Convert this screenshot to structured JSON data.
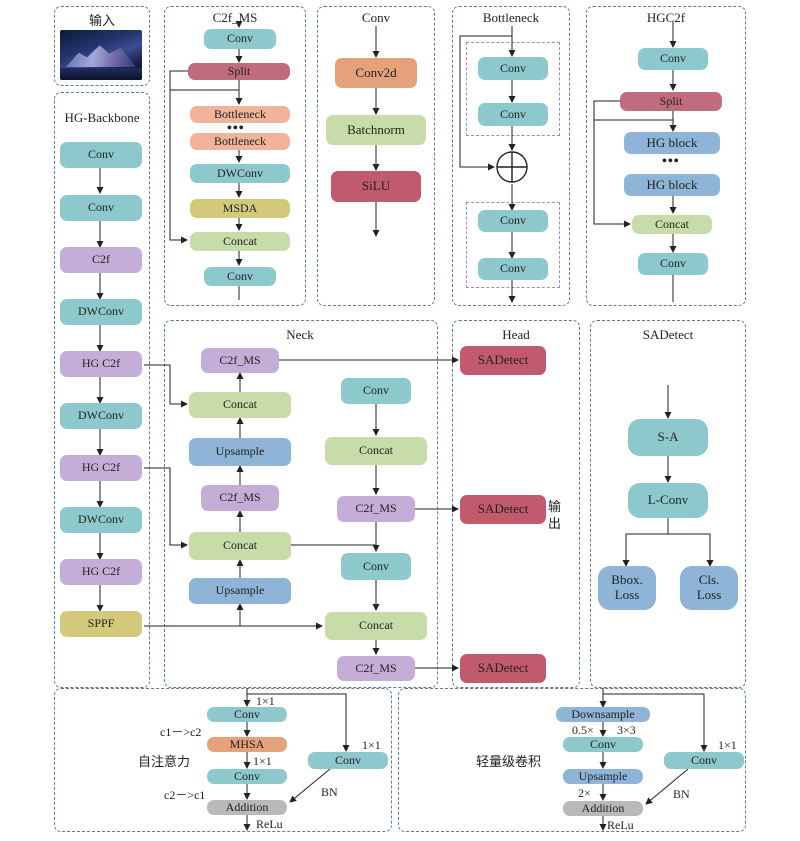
{
  "input_panel": {
    "title": "输入"
  },
  "backbone": {
    "title": "HG-Backbone",
    "blocks": [
      "Conv",
      "Conv",
      "C2f",
      "DWConv",
      "HG C2f",
      "DWConv",
      "HG C2f",
      "DWConv",
      "HG C2f",
      "SPPF"
    ]
  },
  "c2f_ms": {
    "title": "C2f_MS",
    "blocks": [
      "Conv",
      "Split",
      "Bottleneck",
      "Bottleneck",
      "DWConv",
      "MSDA",
      "Concat",
      "Conv"
    ],
    "dots": "•••"
  },
  "conv_panel": {
    "title": "Conv",
    "blocks": [
      "Conv2d",
      "Batchnorm",
      "SiLU"
    ]
  },
  "bottleneck": {
    "title": "Bottleneck",
    "blocks": [
      "Conv",
      "Conv",
      "Conv",
      "Conv"
    ],
    "add_symbol": "⊕"
  },
  "hgc2f": {
    "title": "HGC2f",
    "blocks": [
      "Conv",
      "Split",
      "HG block",
      "HG block",
      "Concat",
      "Conv"
    ],
    "dots": "•••"
  },
  "neck": {
    "title": "Neck",
    "left_blocks": [
      "C2f_MS",
      "Concat",
      "Upsample",
      "C2f_MS",
      "Concat",
      "Upsample"
    ],
    "right_blocks": [
      "Conv",
      "Concat",
      "C2f_MS",
      "Conv",
      "Concat",
      "C2f_MS"
    ]
  },
  "head": {
    "title": "Head",
    "blocks": [
      "SADetect",
      "SADetect",
      "SADetect"
    ],
    "output_label": "输\n出"
  },
  "sadetect": {
    "title": "SADetect",
    "blocks": [
      "S-A",
      "L-Conv",
      "Bbox.\nLoss",
      "Cls.\nLoss"
    ]
  },
  "attention": {
    "side_label": "自注意力",
    "blocks": [
      "Conv",
      "MHSA",
      "Conv",
      "Addition",
      "Conv"
    ],
    "labels": [
      "1×1",
      "c1－>c2",
      "1×1",
      "c2－>c1",
      "ReLu",
      "1×1",
      "BN"
    ]
  },
  "light_conv": {
    "side_label": "轻量级卷积",
    "blocks": [
      "Downsample",
      "Conv",
      "Upsample",
      "Addition",
      "Conv"
    ],
    "labels": [
      "0.5×",
      "3×3",
      "2×",
      "ReLu",
      "1×1",
      "BN"
    ]
  }
}
